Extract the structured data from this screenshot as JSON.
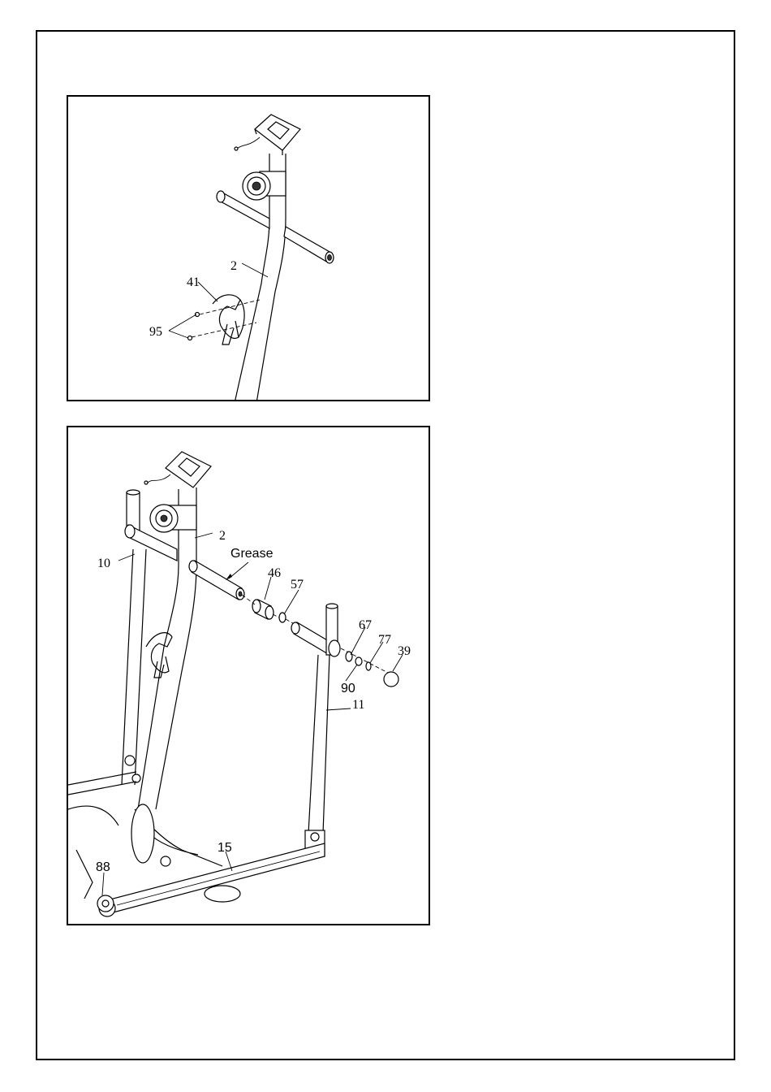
{
  "step_top": {
    "callouts": {
      "frame": "2",
      "bottle_holder": "41",
      "screws": "95"
    }
  },
  "step_bottom": {
    "callouts": {
      "frame": "2",
      "left_post": "10",
      "grease_note": "Grease",
      "bushing": "46",
      "washer_57": "57",
      "washer_67": "67",
      "bolt_77": "77",
      "cap_39": "39",
      "washer_90": "90",
      "right_post": "11",
      "base_tube": "15",
      "wheel": "88"
    }
  }
}
